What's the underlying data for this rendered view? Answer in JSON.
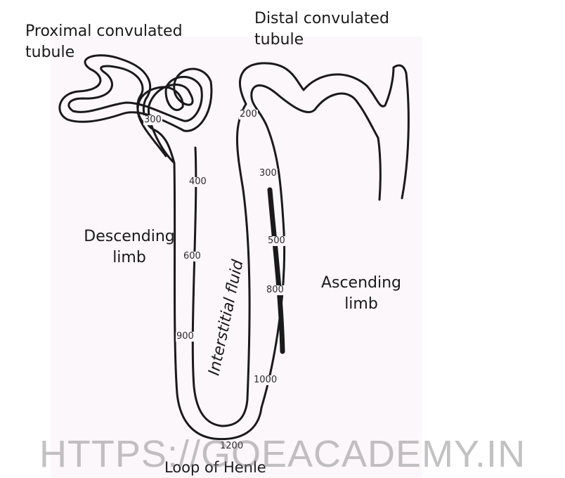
{
  "labels": {
    "pct": "Proximal convulated\ntubule",
    "dct": "Distal convulated\ntubule",
    "descending": "Descending\nlimb",
    "ascending": "Ascending\nlimb",
    "interstitial": "Interstitial fluid",
    "loop": "Loop of Henle"
  },
  "osmolarity_values": {
    "pct": "300",
    "desc_1": "400",
    "desc_2": "600",
    "desc_3": "900",
    "bottom": "1200",
    "dct": "200",
    "asc_1": "300",
    "asc_2": "500",
    "asc_3": "800",
    "asc_4": "1000"
  },
  "watermark": "HTTPS://GOEACADEMY.IN",
  "colors": {
    "stroke": "#1a1a1a",
    "panel": "#fbf7fb",
    "watermark": "#808080"
  }
}
